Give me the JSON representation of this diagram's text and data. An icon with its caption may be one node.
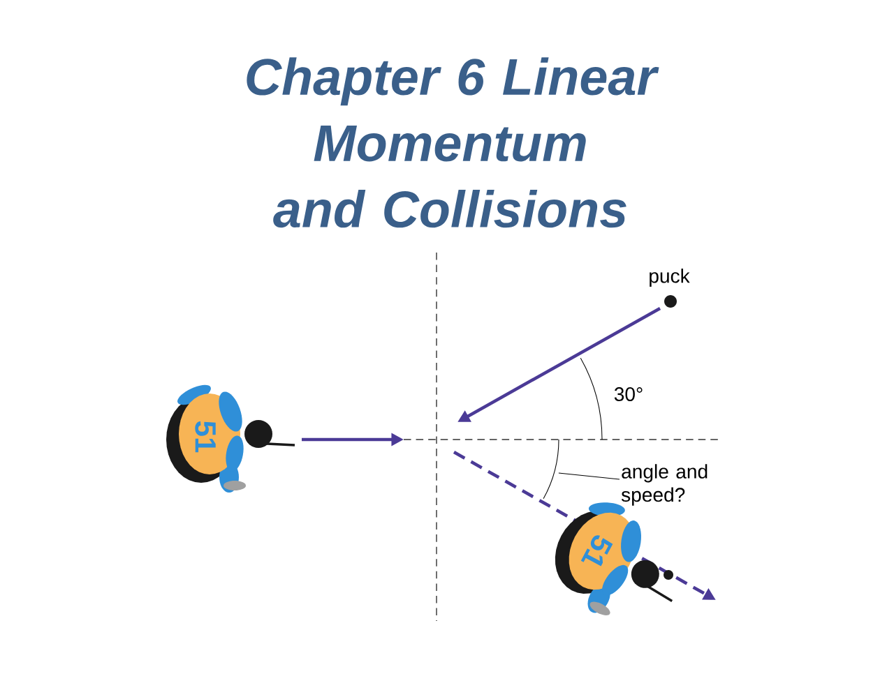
{
  "diagram": {
    "title": "Chapter 6 Linear Momentum and Collisions",
    "nodes": [
      {
        "text": [
          "angle and speed?"
        ]
      },
      {
        "text": [],
        "shape": "arc"
      }
    ],
    "edges": [
      {
        "from": 0,
        "to": 1,
        "arrow": "none"
      }
    ],
    "labels": [
      "puck",
      "30°",
      "51",
      "51"
    ]
  }
}
